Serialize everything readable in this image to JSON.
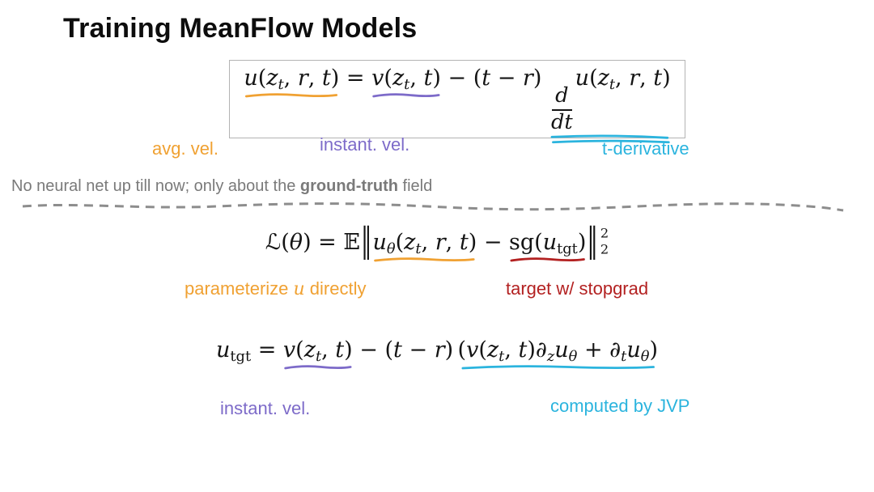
{
  "slide": {
    "title": "Training MeanFlow Models",
    "note": {
      "pre": "No neural net up till now; only about the ",
      "bold": "ground-truth",
      "post": " field"
    },
    "colors": {
      "orange": "#F0A132",
      "purple": "#7D6BC9",
      "cyan": "#2BB4DE",
      "red": "#B32121",
      "gray_text": "#7A7A7A",
      "dash": "#8D8D8D"
    }
  },
  "eq1": {
    "name": "meanflow-identity",
    "parts": [
      {
        "name": "avg-velocity-term",
        "u": "orange",
        "seg": [
          [
            "v",
            "u"
          ],
          [
            "r",
            "("
          ],
          [
            "v",
            "z"
          ],
          [
            "s",
            "t"
          ],
          [
            "r",
            ", "
          ],
          [
            "v",
            "r"
          ],
          [
            "r",
            ", "
          ],
          [
            "v",
            "t"
          ],
          [
            "r",
            ")"
          ]
        ]
      },
      {
        "seg": [
          [
            "r",
            " = "
          ]
        ]
      },
      {
        "name": "instant-velocity-term",
        "u": "purple",
        "seg": [
          [
            "v",
            "v"
          ],
          [
            "r",
            "("
          ],
          [
            "v",
            "z"
          ],
          [
            "s",
            "t"
          ],
          [
            "r",
            ", "
          ],
          [
            "v",
            "t"
          ],
          [
            "r",
            ")"
          ]
        ]
      },
      {
        "seg": [
          [
            "r",
            " − ("
          ],
          [
            "v",
            "t"
          ],
          [
            "r",
            " − "
          ],
          [
            "v",
            "r"
          ],
          [
            "r",
            ") "
          ]
        ]
      },
      {
        "name": "t-derivative-term",
        "u": "cyan",
        "dbl": true,
        "seg": [
          [
            "f",
            "d",
            "dt"
          ],
          [
            "v",
            "u"
          ],
          [
            "r",
            "("
          ],
          [
            "v",
            "z"
          ],
          [
            "s",
            "t"
          ],
          [
            "r",
            ", "
          ],
          [
            "v",
            "r"
          ],
          [
            "r",
            ", "
          ],
          [
            "v",
            "t"
          ],
          [
            "r",
            ")"
          ]
        ]
      }
    ],
    "labels": [
      {
        "text": "avg. vel.",
        "color": "orange"
      },
      {
        "text": "instant. vel.",
        "color": "purple"
      },
      {
        "text": "t-derivative",
        "color": "cyan"
      }
    ]
  },
  "eq2": {
    "name": "loss-function",
    "parts": [
      {
        "seg": [
          [
            "r",
            "ℒ"
          ],
          [
            "r",
            "("
          ],
          [
            "v",
            "θ"
          ],
          [
            "r",
            ") = "
          ],
          [
            "r",
            "𝔼"
          ]
        ]
      },
      {
        "seg": [
          [
            "n",
            "‖"
          ]
        ]
      },
      {
        "name": "parameterized-u-term",
        "u": "orange",
        "seg": [
          [
            "v",
            "u"
          ],
          [
            "s",
            "θ"
          ],
          [
            "r",
            "("
          ],
          [
            "v",
            "z"
          ],
          [
            "s",
            "t"
          ],
          [
            "r",
            ", "
          ],
          [
            "v",
            "r"
          ],
          [
            "r",
            ", "
          ],
          [
            "v",
            "t"
          ],
          [
            "r",
            ")"
          ]
        ]
      },
      {
        "seg": [
          [
            "r",
            " − "
          ]
        ]
      },
      {
        "name": "stopgrad-target-term",
        "u": "red",
        "seg": [
          [
            "r",
            "sg"
          ],
          [
            "r",
            "("
          ],
          [
            "v",
            "u"
          ],
          [
            "sr",
            "tgt"
          ],
          [
            "r",
            ")"
          ]
        ]
      },
      {
        "seg": [
          [
            "n",
            "‖"
          ]
        ]
      },
      {
        "seg": [
          [
            "ss",
            "2",
            "2"
          ]
        ]
      }
    ],
    "labels": [
      {
        "pre": "parameterize ",
        "var": "u",
        "post": " directly",
        "color": "orange"
      },
      {
        "text": "target w/ stopgrad",
        "color": "red"
      }
    ]
  },
  "eq3": {
    "name": "target-definition",
    "parts": [
      {
        "seg": [
          [
            "v",
            "u"
          ],
          [
            "sr",
            "tgt"
          ],
          [
            "r",
            " = "
          ]
        ]
      },
      {
        "name": "instant-velocity-term",
        "u": "purple",
        "seg": [
          [
            "v",
            "v"
          ],
          [
            "r",
            "("
          ],
          [
            "v",
            "z"
          ],
          [
            "s",
            "t"
          ],
          [
            "r",
            ", "
          ],
          [
            "v",
            "t"
          ],
          [
            "r",
            ")"
          ]
        ]
      },
      {
        "seg": [
          [
            "r",
            " − ("
          ],
          [
            "v",
            "t"
          ],
          [
            "r",
            " − "
          ],
          [
            "v",
            "r"
          ],
          [
            "r",
            ") "
          ]
        ]
      },
      {
        "name": "jvp-term",
        "u": "cyan",
        "seg": [
          [
            "r",
            "("
          ],
          [
            "v",
            "v"
          ],
          [
            "r",
            "("
          ],
          [
            "v",
            "z"
          ],
          [
            "s",
            "t"
          ],
          [
            "r",
            ", "
          ],
          [
            "v",
            "t"
          ],
          [
            "r",
            ")"
          ],
          [
            "r",
            "∂"
          ],
          [
            "s",
            "z"
          ],
          [
            "v",
            "u"
          ],
          [
            "s",
            "θ"
          ],
          [
            "r",
            " + "
          ],
          [
            "r",
            "∂"
          ],
          [
            "s",
            "t"
          ],
          [
            "v",
            "u"
          ],
          [
            "s",
            "θ"
          ],
          [
            "r",
            ")"
          ]
        ]
      }
    ],
    "labels": [
      {
        "text": "instant. vel.",
        "color": "purple"
      },
      {
        "text": "computed by JVP",
        "color": "cyan"
      }
    ]
  }
}
